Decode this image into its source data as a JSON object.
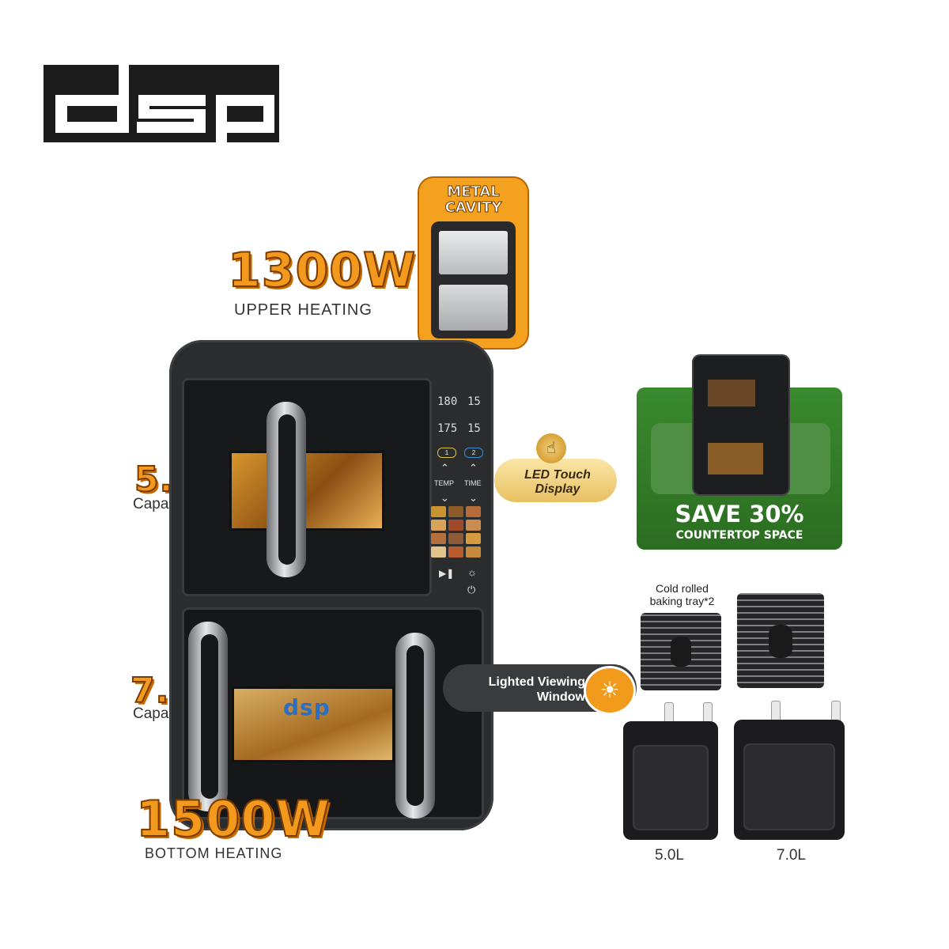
{
  "brand": {
    "logo_text": "dsp"
  },
  "specs": {
    "upper_power": "1300W",
    "upper_power_label": "UPPER HEATING",
    "bottom_power": "1500W",
    "bottom_power_label": "BOTTOM HEATING",
    "upper_capacity": "5.0L",
    "upper_capacity_label": "Capacity",
    "lower_capacity": "7.0L",
    "lower_capacity_label": "Capacity"
  },
  "badges": {
    "metal_cavity_line1": "METAL",
    "metal_cavity_line2": "CAVITY",
    "led_line1": "LED Touch",
    "led_line2": "Display",
    "save_title": "SAVE 30%",
    "save_sub": "COUNTERTOP SPACE",
    "lighted_line1": "Lighted Viewing",
    "lighted_line2": "Window"
  },
  "panel": {
    "temp1": "180",
    "time1": "15",
    "temp2": "175",
    "time2": "15",
    "zone1": "1",
    "zone2": "2",
    "temp_label": "TEMP",
    "time_label": "TIME"
  },
  "accessories": {
    "tray_label_line1": "Cold rolled",
    "tray_label_line2": "baking tray*2",
    "basket_small": "5.0L",
    "basket_large": "7.0L"
  },
  "colors": {
    "accent_orange": "#f39a1e",
    "green": "#2f7a25",
    "body": "#2b2c2e"
  }
}
